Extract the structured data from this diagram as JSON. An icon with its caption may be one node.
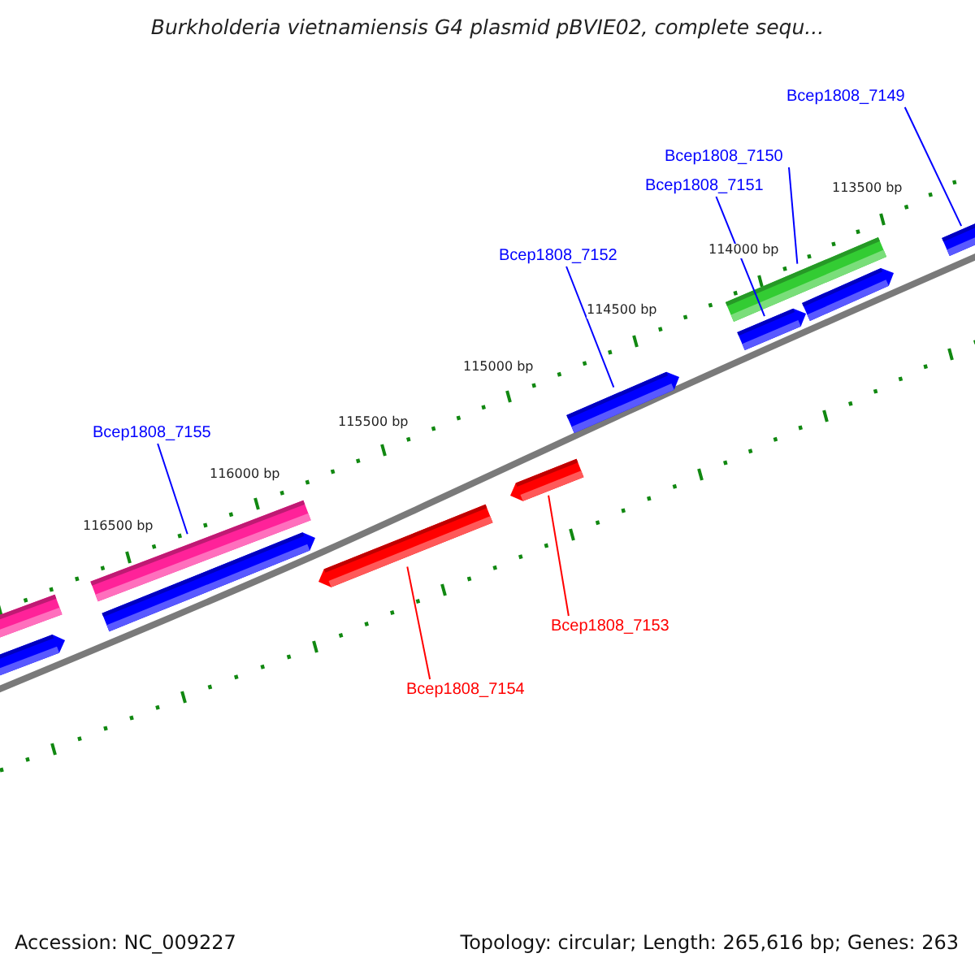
{
  "diagram": {
    "title": "Burkholderia vietnamiensis G4 plasmid pBVIE02, complete sequ...",
    "nodes": [
      {
        "text": [
          "Bcep1808_7149"
        ]
      },
      {
        "text": [],
        "shape": "bar"
      },
      {
        "text": [
          "Bcep1808_7150"
        ]
      },
      {
        "text": [],
        "shape": "bar"
      },
      {
        "text": [
          "Bcep1808_7151"
        ]
      },
      {
        "text": [],
        "shape": "bar"
      },
      {
        "text": [],
        "shape": "bar"
      },
      {
        "text": [
          "Bcep1808_7152"
        ]
      },
      {
        "text": [],
        "shape": "bar"
      },
      {
        "text": [
          "Bcep1808_7155"
        ]
      },
      {
        "text": [],
        "shape": "bar"
      },
      {
        "text": [],
        "shape": "bar"
      },
      {
        "text": [],
        "shape": "bar"
      },
      {
        "text": [],
        "shape": "bar"
      },
      {
        "text": [],
        "shape": "bar"
      },
      {
        "text": [
          "Bcep1808_7153"
        ]
      },
      {
        "text": [],
        "shape": "bar"
      },
      {
        "text": [
          "Bcep1808_7154"
        ]
      }
    ],
    "edges": [
      {
        "from": 0,
        "to": 1,
        "arrow": "none"
      },
      {
        "from": 2,
        "to": 3,
        "arrow": "none"
      },
      {
        "from": 4,
        "to": 5,
        "arrow": "none"
      },
      {
        "from": 7,
        "to": 8,
        "arrow": "none"
      },
      {
        "from": 9,
        "to": 10,
        "arrow": "none"
      },
      {
        "from": 15,
        "to": 14,
        "arrow": "none",
        "color": "#ff0000"
      },
      {
        "from": 17,
        "to": 16,
        "arrow": "none",
        "color": "#ff0000"
      }
    ],
    "labels": [
      "113500 bp",
      "114000 bp",
      "114500 bp",
      "115000 bp",
      "115500 bp",
      "116000 bp",
      "116500 bp",
      "Accession: NC_009227",
      "Topology: circular; Length: 265,616 bp; Genes: 263"
    ]
  }
}
